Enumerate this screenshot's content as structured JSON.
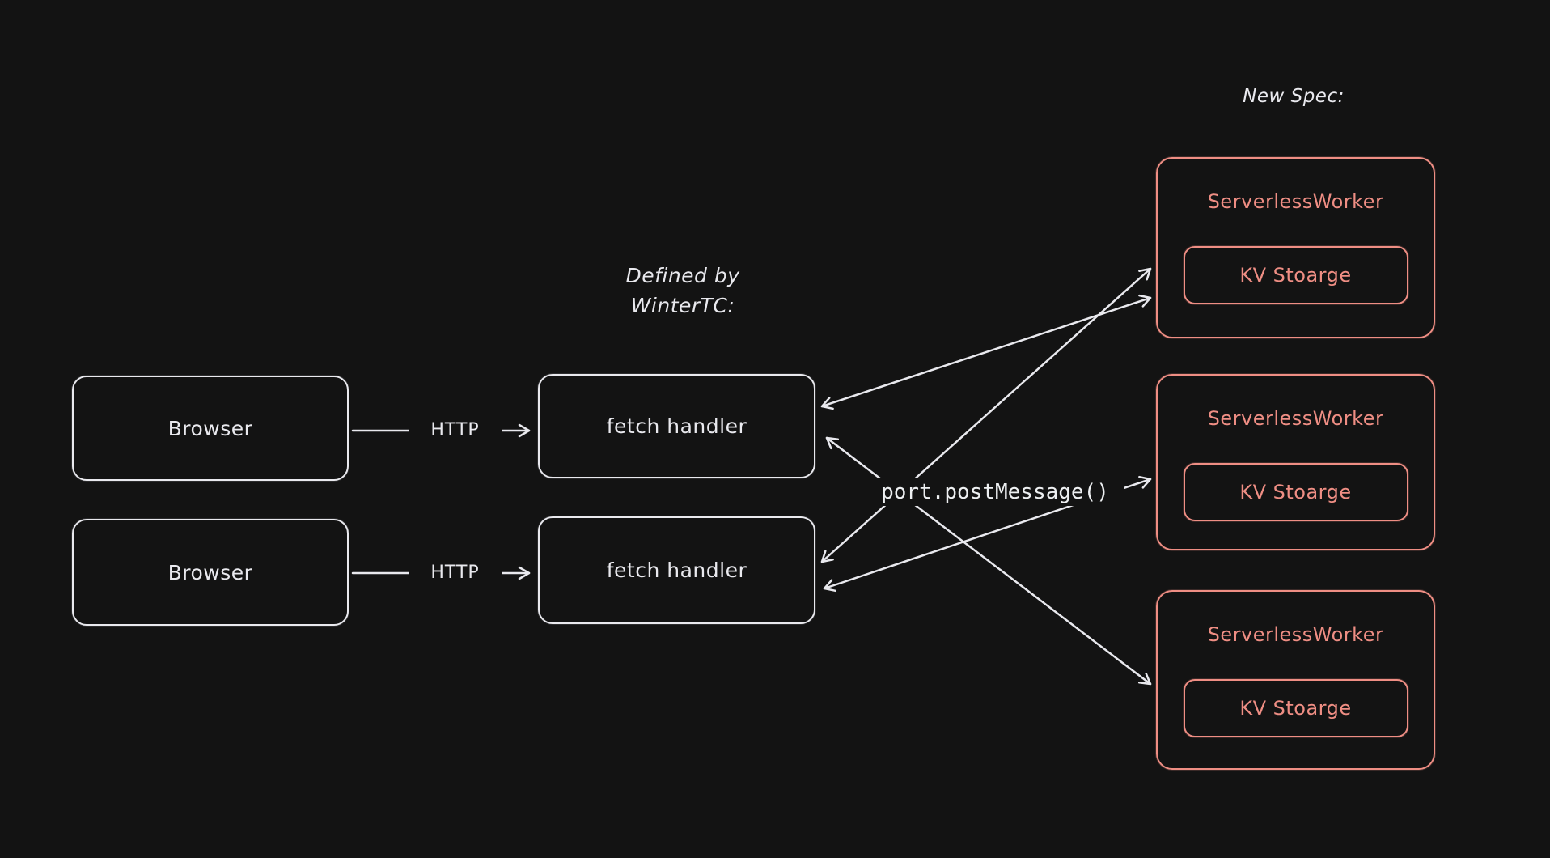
{
  "diagram": {
    "background_color": "#131313",
    "light_color": "#e9e9ee",
    "accent_color": "#ef8e84"
  },
  "labels": {
    "new_spec": "New Spec:",
    "defined_by": [
      "Defined by",
      "WinterTC:"
    ],
    "post_message": "port.postMessage()",
    "http": "HTTP"
  },
  "browsers": [
    {
      "label": "Browser"
    },
    {
      "label": "Browser"
    }
  ],
  "fetch_handlers": [
    {
      "label": "fetch handler"
    },
    {
      "label": "fetch handler"
    }
  ],
  "workers": [
    {
      "title": "ServerlessWorker",
      "storage": "KV Stoarge"
    },
    {
      "title": "ServerlessWorker",
      "storage": "KV Stoarge"
    },
    {
      "title": "ServerlessWorker",
      "storage": "KV Stoarge"
    }
  ]
}
